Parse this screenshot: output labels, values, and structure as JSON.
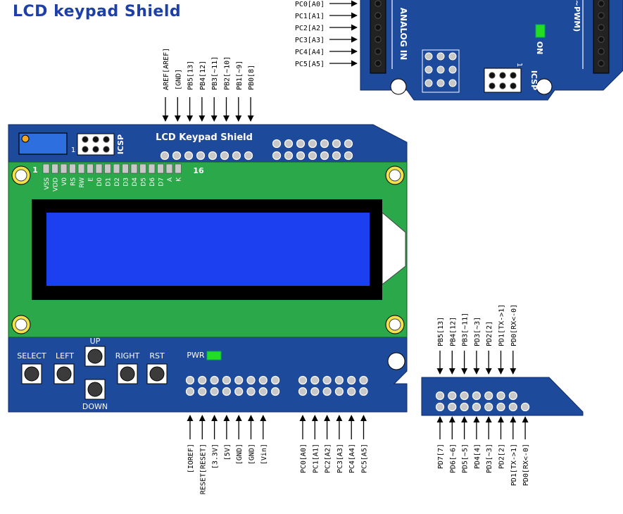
{
  "title": "LCD keypad Shield",
  "colors": {
    "board": "#1e4a9c",
    "board_edge": "#0e2a66",
    "lcd_pcb": "#2aa84a",
    "lcd_screen": "#1c3ff0",
    "lcd_bezel": "#000000",
    "pot": "#2e6fe0",
    "led": "#22dd22",
    "hole": "#f2e24a",
    "pin_hole": "#c8c8c8"
  },
  "arduino": {
    "analog_in_label": "ANALOG IN",
    "on_label": "ON",
    "icsp_label": "ICSP",
    "icsp_pin1": "1",
    "pwm_label": "(~PWM)",
    "analog_pins": [
      "PC0[A0]",
      "PC1[A1]",
      "PC2[A2]",
      "PC3[A3]",
      "PC4[A4]",
      "PC5[A5]"
    ]
  },
  "shield": {
    "board_label": "LCD Keypad Shield",
    "icsp_label": "ICSP",
    "icsp_pin1": "1",
    "lcd_pin_first": "1",
    "lcd_pin_last": "16",
    "lcd_pins": [
      "VSS",
      "VDD",
      "V0",
      "RS",
      "RW",
      "E",
      "D0",
      "D1",
      "D2",
      "D3",
      "D4",
      "D5",
      "D6",
      "D7",
      "A",
      "K"
    ],
    "buttons": {
      "select": "SELECT",
      "left": "LEFT",
      "up": "UP",
      "down": "DOWN",
      "right": "RIGHT",
      "rst": "RST"
    },
    "pwr_label": "PWR",
    "top_header_pins": [
      "AREF[AREF]",
      "[GND]",
      "PB5[13]",
      "PB4[12]",
      "PB3[~11]",
      "PB2[~10]",
      "PB1[~9]",
      "PB0[8]"
    ],
    "power_pins": [
      "[IOREF]",
      "RESET[RESET]",
      "[3.3V]",
      "[5V]",
      "[GND]",
      "[GND]",
      "[Vin]"
    ],
    "analog_pins": [
      "PC0[A0]",
      "PC1[A1]",
      "PC2[A2]",
      "PC3[A3]",
      "PC4[A4]",
      "PC5[A5]"
    ]
  },
  "side_connector": {
    "top_pins": [
      "PB5[13]",
      "PB4[12]",
      "PB3[~11]",
      "PD3[~3]",
      "PD2[2]",
      "PD1[TX->1]",
      "PD0[RX<-0]"
    ],
    "bottom_pins": [
      "PD7[7]",
      "PD6[~6]",
      "PD5[~5]",
      "PD4[4]",
      "PD3[~3]",
      "PD2[2]",
      "PD1[TX->1]",
      "PD0[RX<-0]"
    ]
  }
}
